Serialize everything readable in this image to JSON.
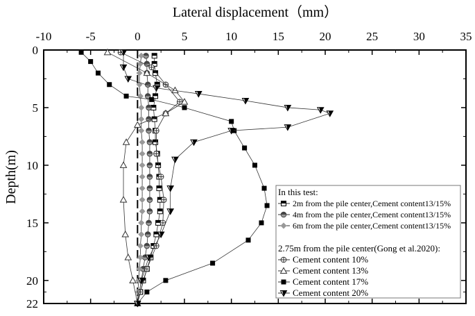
{
  "chart_data": {
    "type": "line",
    "title": "",
    "xlabel": "Lateral displacement（mm）",
    "ylabel": "Depth(m)",
    "xlim": [
      -10,
      35
    ],
    "ylim": [
      22,
      0
    ],
    "xticks": [
      -10,
      -5,
      0,
      5,
      10,
      15,
      20,
      25,
      30,
      35
    ],
    "yticks": [
      0,
      5,
      10,
      15,
      20,
      22
    ],
    "legend": {
      "group1_title": "In this test:",
      "group2_title": "2.75m from the pile center(Gong et al.2020):"
    },
    "series": [
      {
        "name": "2m from the pile center,Cement content13/15%",
        "marker": "half-square",
        "color": "#222",
        "points": [
          [
            1.8,
            0.5
          ],
          [
            1.8,
            1.2
          ],
          [
            1.9,
            2
          ],
          [
            2.1,
            3
          ],
          [
            1.9,
            4
          ],
          [
            1.7,
            5
          ],
          [
            1.8,
            6
          ],
          [
            1.9,
            7
          ],
          [
            1.9,
            8
          ],
          [
            2.1,
            9
          ],
          [
            2.2,
            10
          ],
          [
            2.3,
            11
          ],
          [
            2.3,
            12
          ],
          [
            2.4,
            13
          ],
          [
            2.4,
            14
          ],
          [
            2.2,
            15
          ],
          [
            2,
            16
          ],
          [
            1.7,
            17
          ],
          [
            1.4,
            18
          ],
          [
            1,
            19
          ],
          [
            0.6,
            20
          ],
          [
            0.3,
            21
          ],
          [
            0,
            22
          ]
        ]
      },
      {
        "name": "4m from the pile center,Cement content13/15%",
        "marker": "half-circle",
        "color": "#555",
        "points": [
          [
            0.9,
            0.5
          ],
          [
            1,
            1.2
          ],
          [
            1,
            2
          ],
          [
            1.1,
            3
          ],
          [
            1.1,
            4
          ],
          [
            1.2,
            5
          ],
          [
            1.2,
            6
          ],
          [
            1.2,
            7
          ],
          [
            1.3,
            8
          ],
          [
            1.3,
            9
          ],
          [
            1.3,
            10
          ],
          [
            1.3,
            11
          ],
          [
            1.3,
            12
          ],
          [
            1.3,
            13
          ],
          [
            1.3,
            14
          ],
          [
            1.2,
            15
          ],
          [
            1.1,
            16
          ],
          [
            1,
            17
          ],
          [
            0.8,
            18
          ],
          [
            0.6,
            19
          ],
          [
            0.4,
            20
          ],
          [
            0.2,
            21
          ],
          [
            0,
            22
          ]
        ]
      },
      {
        "name": "6m from the pile center,Cement content13/15%",
        "marker": "diamond",
        "color": "#999",
        "points": [
          [
            0.4,
            0.5
          ],
          [
            0.3,
            1.2
          ],
          [
            0.2,
            2
          ],
          [
            0.2,
            3
          ],
          [
            0.3,
            4
          ],
          [
            0.4,
            5
          ],
          [
            0.4,
            6
          ],
          [
            0.4,
            7
          ],
          [
            0.5,
            8
          ],
          [
            0.5,
            9
          ],
          [
            0.5,
            10
          ],
          [
            0.5,
            11
          ],
          [
            0.5,
            12
          ],
          [
            0.5,
            13
          ],
          [
            0.5,
            14
          ],
          [
            0.4,
            15
          ],
          [
            0.4,
            16
          ],
          [
            0.3,
            17
          ],
          [
            0.3,
            18
          ],
          [
            0.2,
            19
          ],
          [
            0.1,
            20
          ],
          [
            0.05,
            21
          ],
          [
            0,
            22
          ]
        ]
      },
      {
        "name": "Cement content 10%",
        "marker": "circle-cross",
        "color": "#333",
        "points": [
          [
            -1.8,
            0.2
          ],
          [
            1.5,
            1.5
          ],
          [
            3,
            3
          ],
          [
            4.5,
            4.5
          ],
          [
            3,
            5.5
          ],
          [
            2,
            7
          ],
          [
            2,
            9
          ],
          [
            2.5,
            11
          ],
          [
            2.8,
            13
          ],
          [
            2.7,
            15
          ],
          [
            2,
            17
          ],
          [
            1,
            19
          ],
          [
            0.3,
            21
          ],
          [
            0,
            22
          ]
        ]
      },
      {
        "name": "Cement content 13%",
        "marker": "triangle-up",
        "color": "#333",
        "points": [
          [
            -3.2,
            0.2
          ],
          [
            1,
            2
          ],
          [
            4,
            3.5
          ],
          [
            5,
            4.5
          ],
          [
            3,
            5.5
          ],
          [
            0,
            6.5
          ],
          [
            -1.2,
            8
          ],
          [
            -1.5,
            10
          ],
          [
            -1.5,
            13
          ],
          [
            -1.3,
            16
          ],
          [
            -1,
            18
          ],
          [
            -0.5,
            20
          ],
          [
            0,
            22
          ]
        ]
      },
      {
        "name": "Cement content 17%",
        "marker": "square",
        "color": "#000",
        "points": [
          [
            -6,
            0.2
          ],
          [
            -5,
            1
          ],
          [
            -4.2,
            2
          ],
          [
            -3,
            3
          ],
          [
            -1.2,
            4
          ],
          [
            1.5,
            4.3
          ],
          [
            5,
            5
          ],
          [
            10,
            6.2
          ],
          [
            10.3,
            7
          ],
          [
            11.4,
            8.5
          ],
          [
            12.5,
            10
          ],
          [
            13.5,
            12
          ],
          [
            13.8,
            13.5
          ],
          [
            13.2,
            15
          ],
          [
            11.8,
            16.5
          ],
          [
            8,
            18.5
          ],
          [
            3,
            20
          ],
          [
            1,
            21
          ],
          [
            0,
            22
          ]
        ]
      },
      {
        "name": "Cement content 20%",
        "marker": "triangle-down",
        "color": "#000",
        "points": [
          [
            -1.5,
            0.2
          ],
          [
            -1.5,
            1.5
          ],
          [
            -1,
            2.5
          ],
          [
            2,
            3.3
          ],
          [
            6.5,
            3.8
          ],
          [
            11.5,
            4.4
          ],
          [
            16,
            5
          ],
          [
            19.5,
            5.2
          ],
          [
            20.5,
            5.5
          ],
          [
            16,
            6.7
          ],
          [
            10,
            7
          ],
          [
            6,
            8
          ],
          [
            4,
            9.5
          ],
          [
            3.5,
            12
          ],
          [
            3.5,
            14
          ],
          [
            2.5,
            16
          ],
          [
            1.2,
            18
          ],
          [
            0.4,
            20
          ],
          [
            0,
            22
          ]
        ]
      }
    ]
  }
}
